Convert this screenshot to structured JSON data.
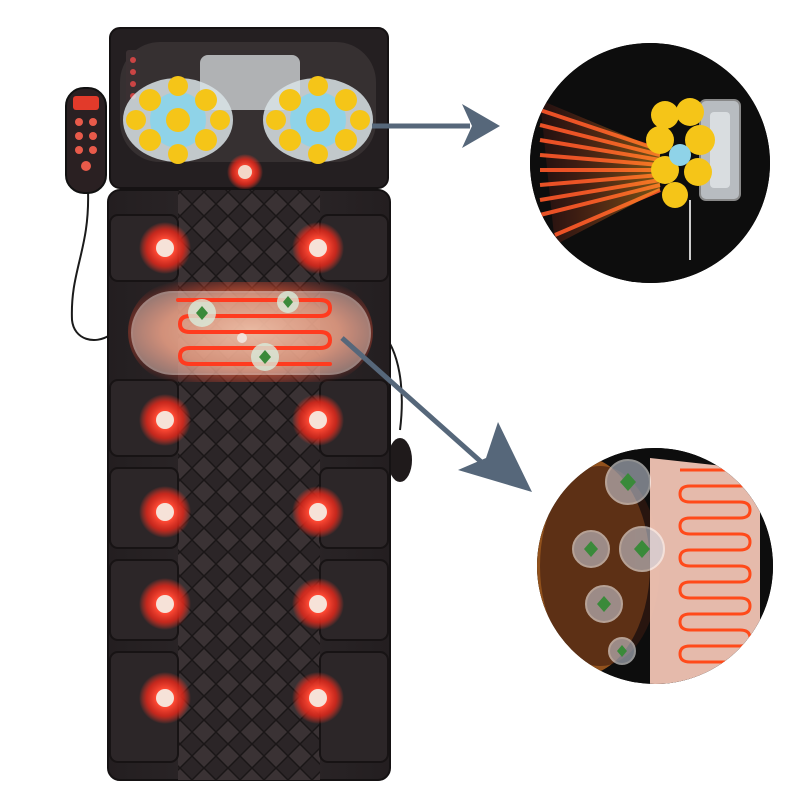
{
  "product": {
    "type": "heated massage mat",
    "colors": {
      "mat": "#2a2426",
      "mat_edge": "#3a3335",
      "heat": "#ff3b2a",
      "heat_glow": "#ff7a55",
      "node_yellow": "#f5c518",
      "node_blue": "#8fd3e8",
      "arrow": "#56677a",
      "inset_bg": "#111111"
    },
    "massage_points": 10,
    "shiatsu_heads": 2
  },
  "icons": {
    "remote": "remote-control-icon",
    "arrow_upper": "arrow-right-icon",
    "arrow_lower": "arrow-down-right-icon"
  }
}
